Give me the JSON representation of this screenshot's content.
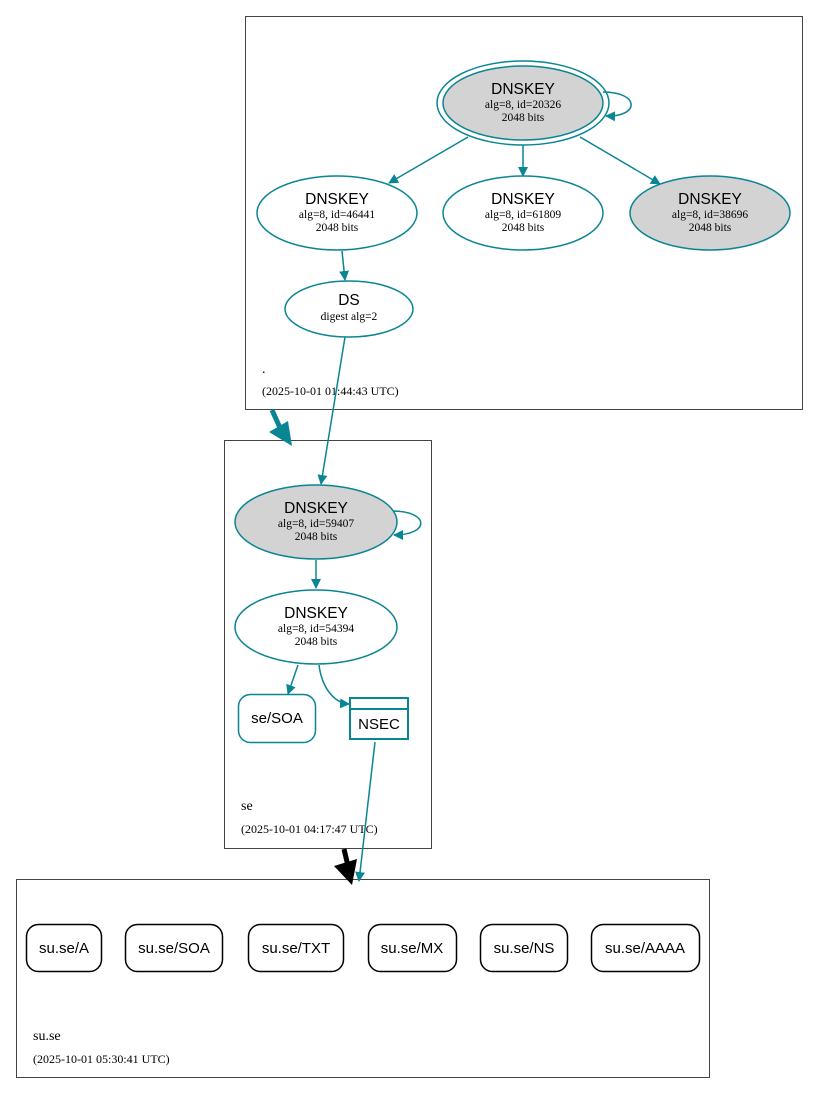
{
  "colors": {
    "edge": "#0a8594",
    "node_fill_gray": "#d3d3d3",
    "border": "#444444",
    "black": "#000000"
  },
  "zones": {
    "root": {
      "name": ".",
      "timestamp": "(2025-10-01 01:44:43 UTC)"
    },
    "se": {
      "name": "se",
      "timestamp": "(2025-10-01 04:17:47 UTC)"
    },
    "su_se": {
      "name": "su.se",
      "timestamp": "(2025-10-01 05:30:41 UTC)"
    }
  },
  "nodes": {
    "root_ksk": {
      "type": "DNSKEY",
      "detail": "alg=8, id=20326",
      "bits": "2048 bits"
    },
    "root_zsk_46441": {
      "type": "DNSKEY",
      "detail": "alg=8, id=46441",
      "bits": "2048 bits"
    },
    "root_zsk_61809": {
      "type": "DNSKEY",
      "detail": "alg=8, id=61809",
      "bits": "2048 bits"
    },
    "root_key_38696": {
      "type": "DNSKEY",
      "detail": "alg=8, id=38696",
      "bits": "2048 bits"
    },
    "root_ds": {
      "type": "DS",
      "detail": "digest alg=2"
    },
    "se_ksk": {
      "type": "DNSKEY",
      "detail": "alg=8, id=59407",
      "bits": "2048 bits"
    },
    "se_zsk": {
      "type": "DNSKEY",
      "detail": "alg=8, id=54394",
      "bits": "2048 bits"
    },
    "se_soa": {
      "label": "se/SOA"
    },
    "se_nsec": {
      "label": "NSEC"
    }
  },
  "rrsets": [
    "su.se/A",
    "su.se/SOA",
    "su.se/TXT",
    "su.se/MX",
    "su.se/NS",
    "su.se/AAAA"
  ]
}
